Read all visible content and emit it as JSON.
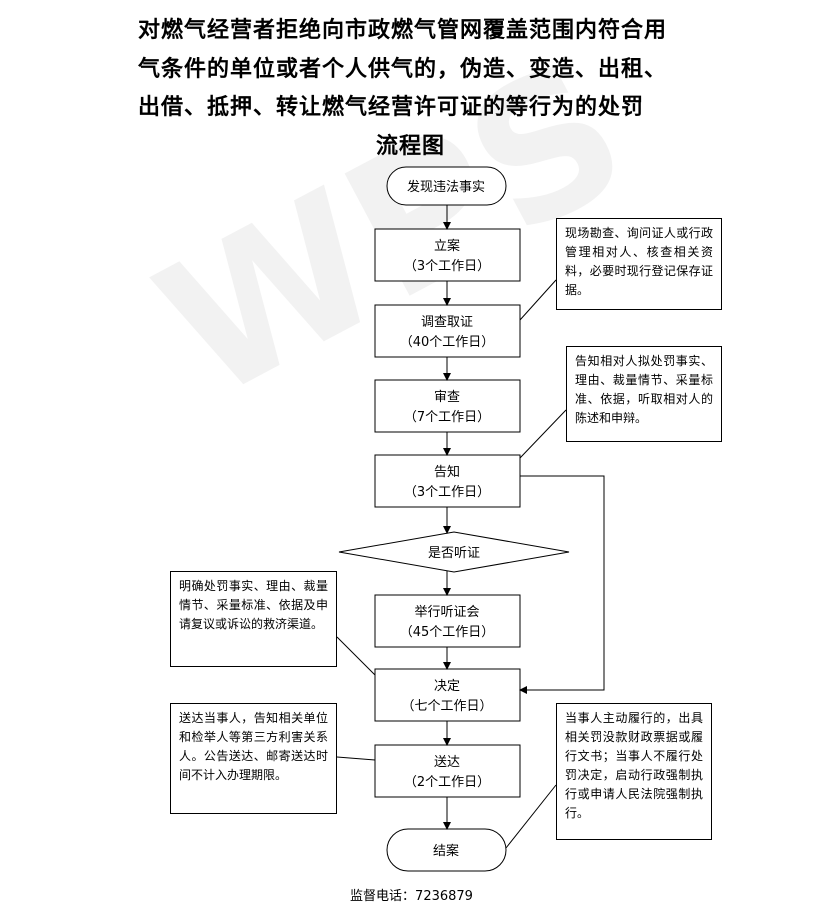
{
  "title": {
    "line1": "对燃气经营者拒绝向市政燃气管网覆盖范围内符合用",
    "line2": "气条件的单位或者个人供气的，伪造、变造、出租、",
    "line3": "出借、抵押、转让燃气经营许可证的等行为的处罚",
    "line4": "流程图"
  },
  "flow": {
    "start": "发现违法事实",
    "filing": {
      "label": "立案",
      "days": "（3个工作日）"
    },
    "investigate": {
      "label": "调查取证",
      "days": "（40个工作日）"
    },
    "review": {
      "label": "审查",
      "days": "（7个工作日）"
    },
    "notify": {
      "label": "告知",
      "days": "（3个工作日）"
    },
    "decision_diamond": "是否听证",
    "hearing": {
      "label": "举行听证会",
      "days": "（45个工作日）"
    },
    "decide": {
      "label": "决定",
      "days": "（七个工作日）"
    },
    "deliver": {
      "label": "送达",
      "days": "（2个工作日）"
    },
    "end": "结案"
  },
  "notes": {
    "investigate_note": "现场勘查、询问证人或行政管理相对人、核查相关资料，必要时现行登记保存证据。",
    "notify_note": "告知相对人拟处罚事实、理由、裁量情节、采量标准、依据，听取相对人的陈述和申辩。",
    "decide_note": "明确处罚事实、理由、裁量情节、采量标准、依据及申请复议或诉讼的救济渠道。",
    "deliver_note": "送达当事人，告知相关单位和检举人等第三方利害关系人。公告送达、邮寄送达时间不计入办理期限。",
    "end_note": "当事人主动履行的，出具相关罚没款财政票据或履行文书；当事人不履行处罚决定，启动行政强制执行或申请人民法院强制执行。"
  },
  "footer": "监督电话：7236879",
  "watermark": "WPS"
}
